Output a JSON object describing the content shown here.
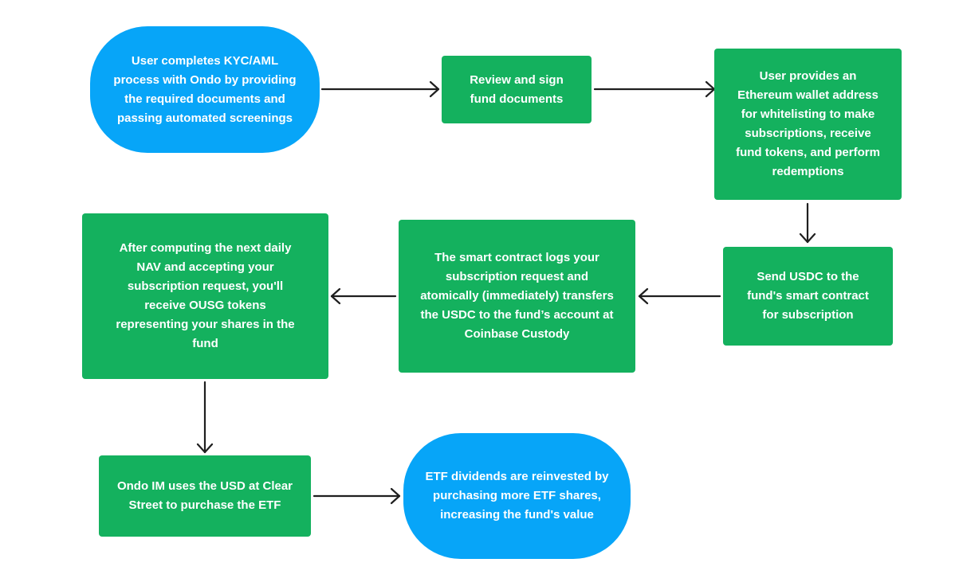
{
  "steps": [
    {
      "id": "kyc",
      "text": "User completes KYC/AML\nprocess with Ondo by providing\nthe required documents and\npassing automated screenings"
    },
    {
      "id": "review",
      "text": "Review and sign\nfund documents"
    },
    {
      "id": "wallet",
      "text": "User provides an\nEthereum wallet address\nfor whitelisting to make\nsubscriptions, receive\nfund tokens, and perform\nredemptions"
    },
    {
      "id": "send-usdc",
      "text": "Send USDC to the\nfund's smart contract\nfor subscription"
    },
    {
      "id": "smart-contract",
      "text": "The smart contract logs your\nsubscription request and\natomically (immediately) transfers\nthe USDC to the fund’s account at\nCoinbase Custody"
    },
    {
      "id": "receive-ousg",
      "text": "After computing the next daily\nNAV and accepting your\nsubscription request, you'll\nreceive OUSG tokens\nrepresenting your shares in the\nfund"
    },
    {
      "id": "purchase-etf",
      "text": "Ondo IM uses the USD at Clear\nStreet to purchase the ETF"
    },
    {
      "id": "dividends",
      "text": "ETF dividends are reinvested by\npurchasing more ETF shares,\nincreasing the fund's value"
    }
  ],
  "colors": {
    "process_box": "#14b15e",
    "terminal_box": "#07a5f8",
    "text": "#ffffff",
    "arrow": "#1f1f1f"
  }
}
